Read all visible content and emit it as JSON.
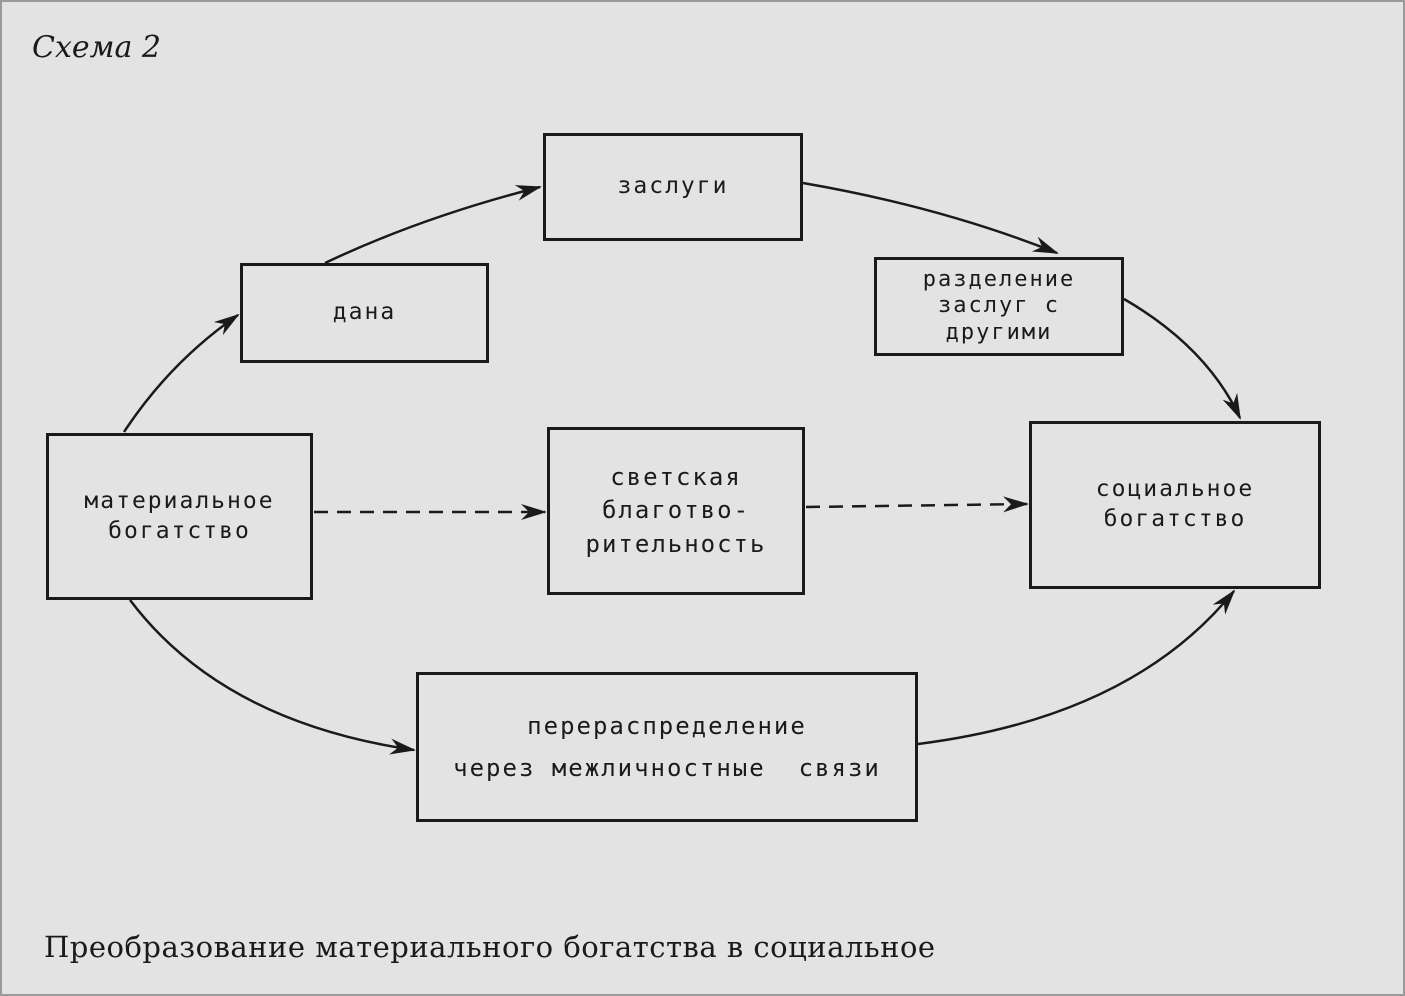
{
  "diagram": {
    "label": "Схема 2",
    "caption": "Преобразование материального богатства в социальное",
    "nodes": {
      "merit": [
        "заслуги"
      ],
      "dana": [
        "дана"
      ],
      "sharing": [
        "разделение",
        "заслуг с",
        "другими"
      ],
      "material": [
        "материальное",
        "богатство"
      ],
      "charity": [
        "светская",
        "благотво-",
        "рительность"
      ],
      "social": [
        "социальное",
        "богатство"
      ],
      "redistribution": [
        "перераспределение",
        "через межличностные  связи"
      ]
    },
    "edges": [
      {
        "from": "материальное богатство",
        "to": "дана",
        "style": "solid"
      },
      {
        "from": "дана",
        "to": "заслуги",
        "style": "solid"
      },
      {
        "from": "заслуги",
        "to": "разделение заслуг с другими",
        "style": "solid"
      },
      {
        "from": "разделение заслуг с другими",
        "to": "социальное богатство",
        "style": "solid"
      },
      {
        "from": "материальное богатство",
        "to": "светская благотворительность",
        "style": "dashed"
      },
      {
        "from": "светская благотворительность",
        "to": "социальное богатство",
        "style": "dashed"
      },
      {
        "from": "материальное богатство",
        "to": "перераспределение через межличностные связи",
        "style": "solid"
      },
      {
        "from": "перераспределение через межличностные связи",
        "to": "социальное богатство",
        "style": "solid"
      }
    ]
  },
  "colors": {
    "background": "#e3e3e3",
    "ink": "#1a1a1a"
  }
}
